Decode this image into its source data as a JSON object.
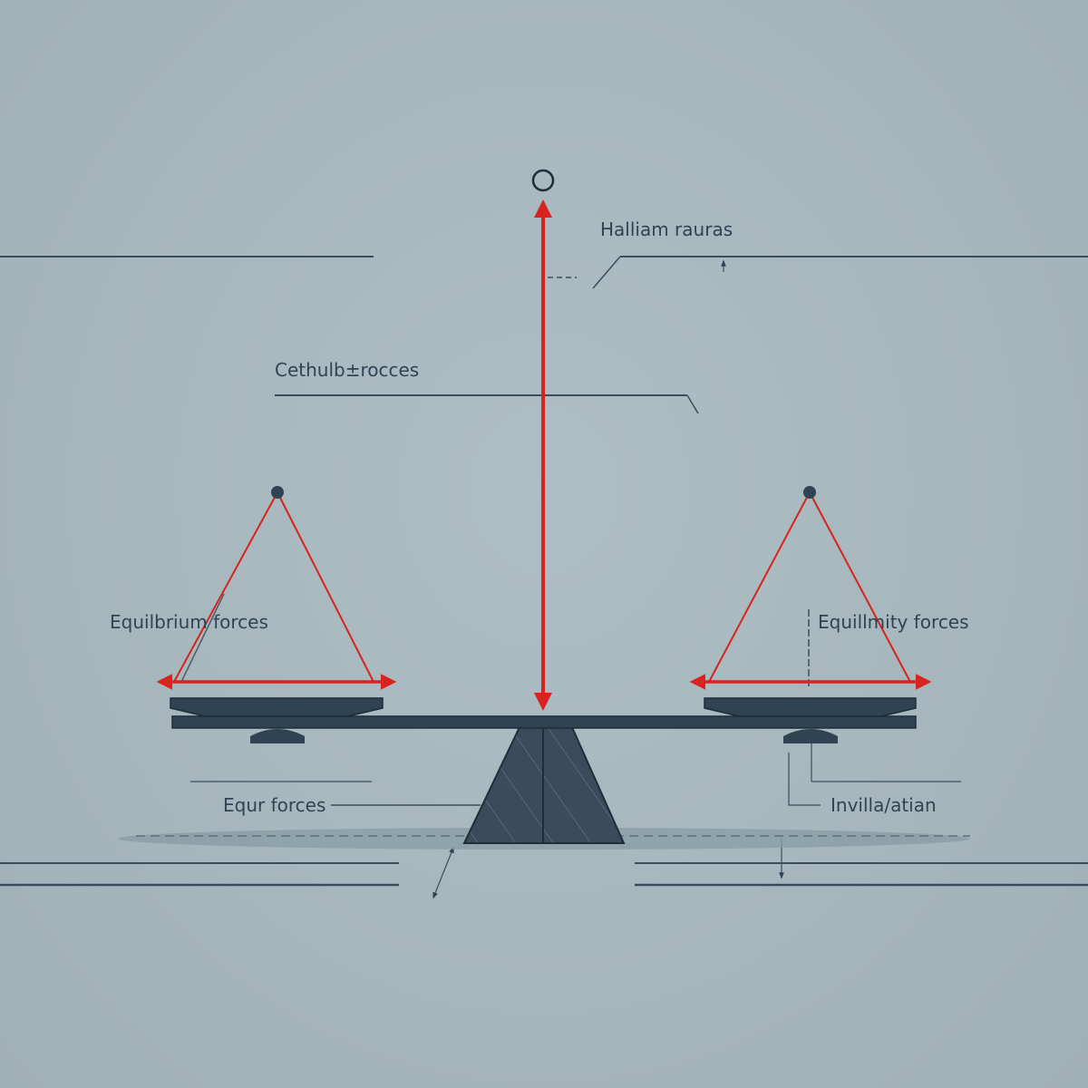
{
  "labels": {
    "top_right": "Halliam rauras",
    "upper_left": "Cethulb±rocces",
    "left_pan": "Equilbrium forces",
    "right_pan": "Equillmity forces",
    "bottom_left": "Equr forces",
    "bottom_right": "Invilla/atian"
  },
  "colors": {
    "background": "#a6b7bd",
    "ink": "#2f4352",
    "force": "#d8231f",
    "fulcrum": "#3a4b5b"
  },
  "icons": {
    "pivot": "ring-icon",
    "arrows": "force-arrow-icon"
  }
}
